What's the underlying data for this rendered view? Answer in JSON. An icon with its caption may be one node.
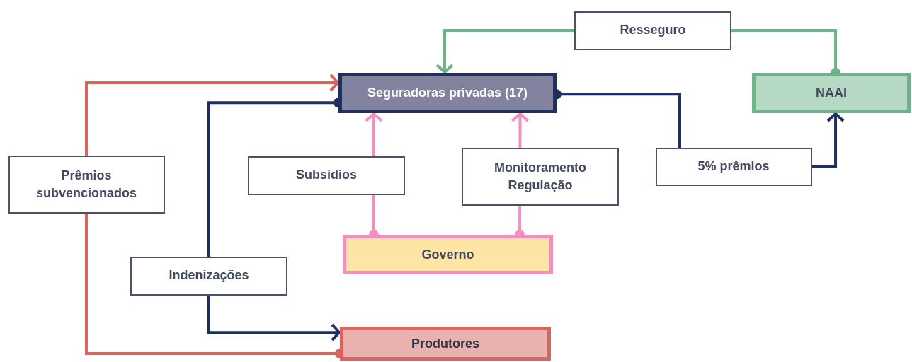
{
  "diagram": {
    "nodes": [
      {
        "text": [
          "Seguradoras privadas (17)"
        ]
      },
      {
        "text": [
          "NAAI"
        ]
      },
      {
        "text": [
          "Governo"
        ]
      },
      {
        "text": [
          "Produtores"
        ]
      }
    ],
    "edges": [
      {
        "from": 1,
        "to": 0,
        "arrow": "to",
        "label": "Resseguro",
        "color": "#6db38a"
      },
      {
        "from": 0,
        "to": 1,
        "arrow": "to",
        "label": "5% prêmios",
        "color": "#1f3060"
      },
      {
        "from": 2,
        "to": 0,
        "arrow": "to",
        "label": "Subsídios",
        "color": "#f190bd"
      },
      {
        "from": 2,
        "to": 0,
        "arrow": "to",
        "label": "Monitoramento Regulação",
        "color": "#f190bd"
      },
      {
        "from": 0,
        "to": 3,
        "arrow": "to",
        "label": "Indenizações",
        "color": "#1f3060"
      },
      {
        "from": 3,
        "to": 0,
        "arrow": "to",
        "label": "Prêmios subvencionados",
        "color": "#d6665f"
      }
    ]
  }
}
